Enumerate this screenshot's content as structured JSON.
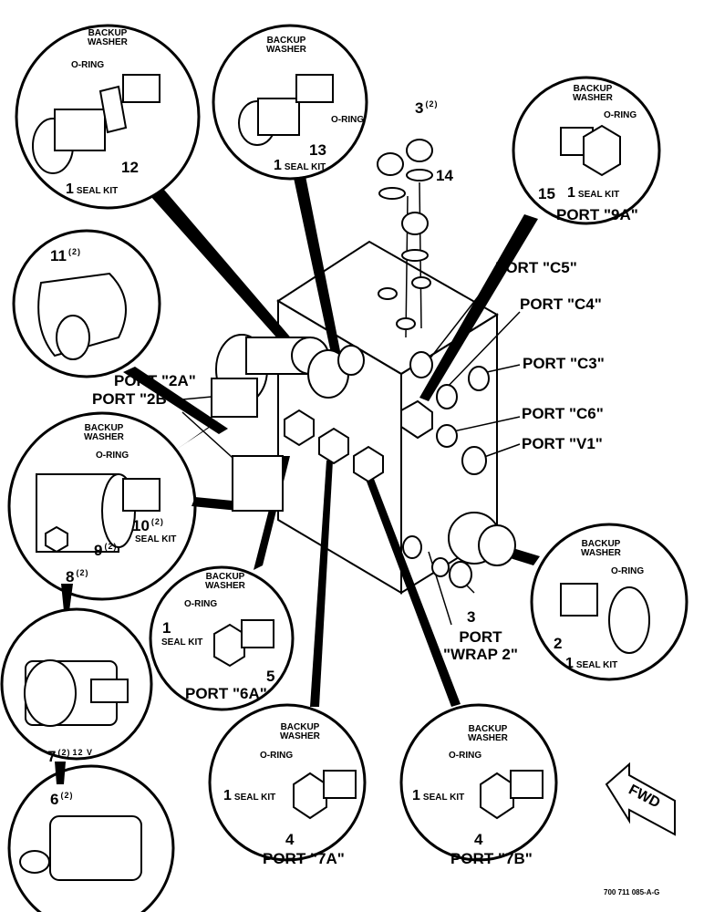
{
  "labels": {
    "backup_washer_line1": "BACKUP",
    "backup_washer_line2": "WASHER",
    "o_ring": "O-RING",
    "seal_kit_prefix": "1",
    "seal_kit": "SEAL KIT",
    "seal_kit_small": "SEAL KIT"
  },
  "callouts": {
    "item_12": "12",
    "item_13": "13",
    "item_3a": "3",
    "item_3a_qty": "(2)",
    "item_14": "14",
    "item_15": "15",
    "item_11": "11",
    "item_11_qty": "(2)",
    "item_10": "10",
    "item_10_qty": "(2)",
    "item_9": "9",
    "item_9_qty": "(2)",
    "item_8": "8",
    "item_8_qty": "(2)",
    "item_7": "7",
    "item_7_qty": "(2)",
    "item_7_volt": "12 V",
    "item_6": "6",
    "item_6_qty": "(2)",
    "item_1": "1",
    "item_5": "5",
    "item_4a": "4",
    "item_4b": "4",
    "item_3b": "3",
    "item_2": "2"
  },
  "ports": {
    "p9a": "PORT \"9A\"",
    "c5": "PORT \"C5\"",
    "c4": "PORT \"C4\"",
    "c3": "PORT \"C3\"",
    "c6": "PORT \"C6\"",
    "v1": "PORT \"V1\"",
    "p2a": "PORT \"2A\"",
    "p2b": "PORT \"2B\"",
    "p6a": "PORT \"6A\"",
    "p7a": "PORT \"7A\"",
    "p7b": "PORT \"7B\"",
    "wrap2_line1": "PORT",
    "wrap2_line2": "\"WRAP 2\""
  },
  "fwd": "FWD",
  "drawing_number": "700 711 085-A-G"
}
